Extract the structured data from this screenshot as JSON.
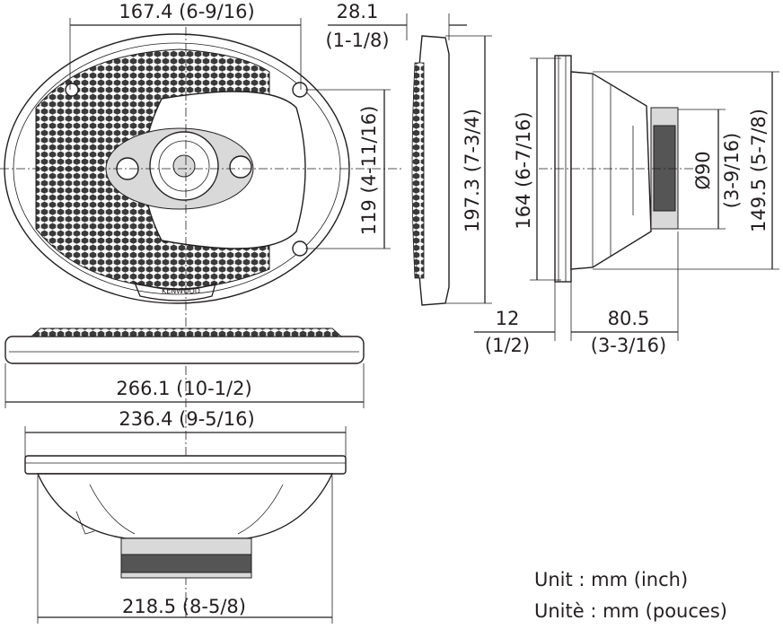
{
  "dimensions": {
    "front_width": "167.4 (6-9/16)",
    "depth_top_mm": "28.1",
    "depth_top_in": "(1-1/8)",
    "hole_spacing": "119 (4-11/16)",
    "height_overall": "197.3 (7-3/4)",
    "height_mount": "164 (6-7/16)",
    "magnet_dia": "Ø90",
    "magnet_dia_in": "(3-9/16)",
    "basket_height": "149.5 (5-7/8)",
    "flange_mm": "12",
    "flange_in": "(1/2)",
    "mount_depth_mm": "80.5",
    "mount_depth_in": "(3-3/16)",
    "overall_width": "266.1 (10-1/2)",
    "cutout_width": "236.4 (9-5/16)",
    "basket_width": "218.5 (8-5/8)"
  },
  "brand_logo": "KENWOOD",
  "units": {
    "en": "Unit : mm (inch)",
    "fr": "Unitè : mm (pouces)"
  },
  "colors": {
    "line": "#231f20",
    "fill": "#d9d9d9"
  }
}
